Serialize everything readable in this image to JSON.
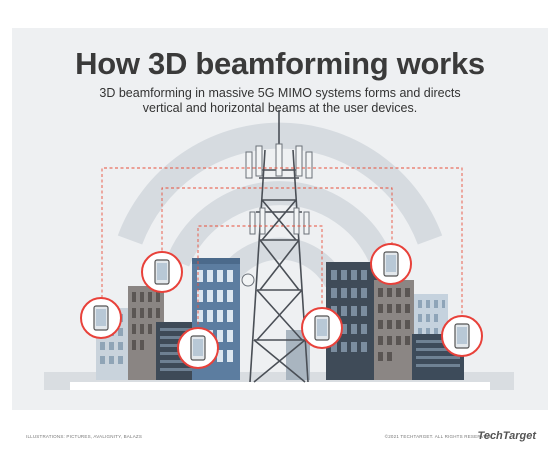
{
  "title": "How 3D beamforming works",
  "subtitle": {
    "line1": "3D beamforming in massive 5G MIMO systems forms and directs",
    "line2": "vertical and horizontal beams at the user devices."
  },
  "footer": {
    "illustration_credit": "ILLUSTRATIONS: PICTURES, AVALIGNITY, BALAZS",
    "copyright": "©2021 TECHTARGET. ALL RIGHTS RESERVED.",
    "logo": "TechTarget"
  },
  "colors": {
    "beam_line": "#e8503c",
    "device_ring": "#e8413a",
    "wifi_arcs": "#d5dadf",
    "tower": "#4a4f56"
  }
}
